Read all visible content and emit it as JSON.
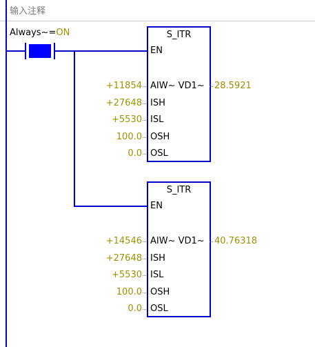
{
  "network": {
    "comment": "输入注释"
  },
  "contact": {
    "name": "Always~",
    "separator": "=",
    "state": "ON"
  },
  "blocks": [
    {
      "title": "S_ITR",
      "en_label": "EN",
      "pins": [
        {
          "label": "AIW~ VD1~",
          "input": "+11854",
          "output": "28.5921"
        },
        {
          "label": "ISH",
          "input": "+27648"
        },
        {
          "label": "ISL",
          "input": "+5530"
        },
        {
          "label": "OSH",
          "input": "100.0"
        },
        {
          "label": "OSL",
          "input": "0.0"
        }
      ]
    },
    {
      "title": "S_ITR",
      "en_label": "EN",
      "pins": [
        {
          "label": "AIW~ VD1~",
          "input": "+14546",
          "output": "40.76318"
        },
        {
          "label": "ISH",
          "input": "+27648"
        },
        {
          "label": "ISL",
          "input": "+5530"
        },
        {
          "label": "OSH",
          "input": "100.0"
        },
        {
          "label": "OSL",
          "input": "0.0"
        }
      ]
    }
  ],
  "colors": {
    "wire": "#0000cc",
    "contact_fill": "#0000ff",
    "value": "#a09000",
    "comment": "#7a7a7a"
  }
}
